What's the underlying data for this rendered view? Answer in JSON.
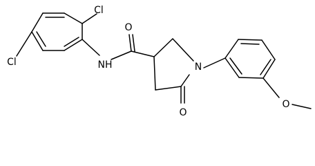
{
  "molecule": {
    "atoms": {
      "cl_top": "Cl",
      "cl_left": "Cl",
      "nh": "NH",
      "o_carbonyl": "O",
      "n_ring": "N",
      "o_lactam": "O",
      "o_methoxy": "O"
    }
  }
}
